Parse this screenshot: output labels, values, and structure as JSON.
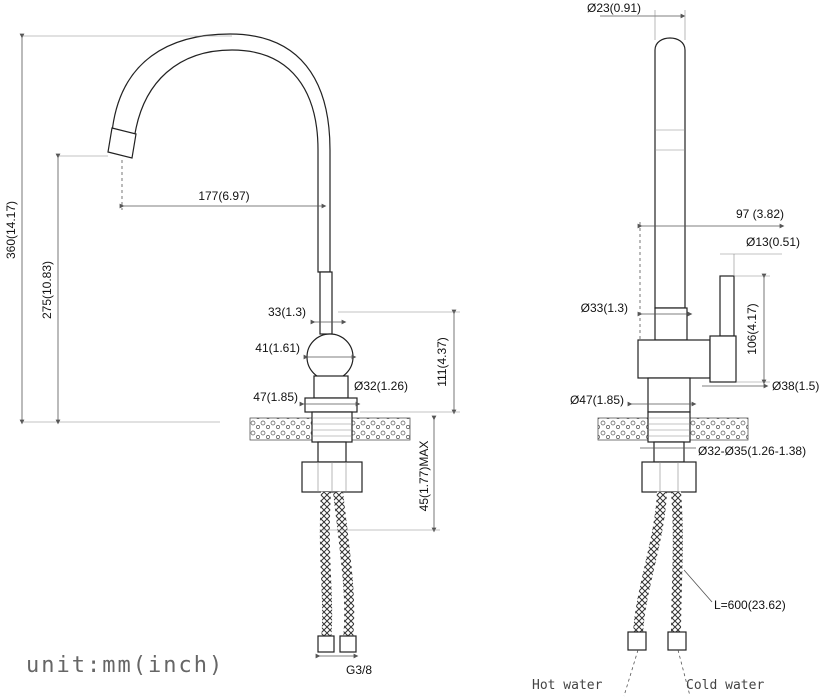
{
  "unit_label": "unit:mm(inch)",
  "left_view": {
    "total_height": "360(14.17)",
    "spout_height": "275(10.83)",
    "reach": "177(6.97)",
    "lever_width": "33(1.3)",
    "body_width": "41(1.61)",
    "body_diameter": "Ø32(1.26)",
    "base_width": "47(1.85)",
    "body_height": "111(4.37)",
    "max_deck": "45(1.77)MAX",
    "thread": "G3/8"
  },
  "right_view": {
    "spout_diameter": "Ø23(0.91)",
    "handle_offset": "97  (3.82)",
    "handle_diameter": "Ø13(0.51)",
    "neck_diameter": "Ø33(1.3)",
    "handle_height": "106(4.17)",
    "handle_base": "Ø38(1.5)",
    "base_diameter": "Ø47(1.85)",
    "hole_range": "Ø32-Ø35(1.26-1.38)",
    "hose_length": "L=600(23.62)",
    "hot_label": "Hot water",
    "cold_label": "Cold water"
  }
}
